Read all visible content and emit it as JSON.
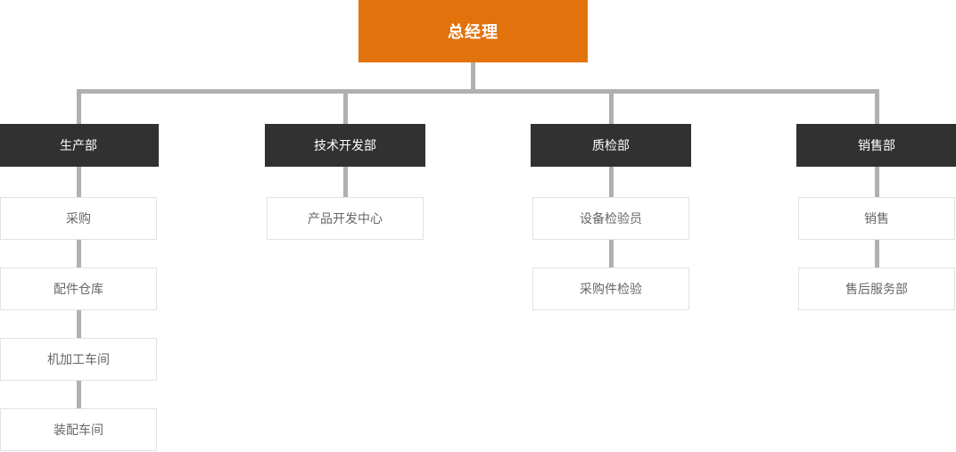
{
  "org_chart": {
    "root": {
      "label": "总经理"
    },
    "departments": [
      {
        "label": "生产部",
        "children": [
          {
            "label": "采购"
          },
          {
            "label": "配件仓库"
          },
          {
            "label": "机加工车间"
          },
          {
            "label": "装配车间"
          }
        ]
      },
      {
        "label": "技术开发部",
        "children": [
          {
            "label": "产品开发中心"
          }
        ]
      },
      {
        "label": "质检部",
        "children": [
          {
            "label": "设备检验员"
          },
          {
            "label": "采购件检验"
          }
        ]
      },
      {
        "label": "销售部",
        "children": [
          {
            "label": "销售"
          },
          {
            "label": "售后服务部"
          }
        ]
      }
    ],
    "colors": {
      "root_bg": "#E2720B",
      "dept_bg": "#313131",
      "connector": "#B0B0B0",
      "child_border": "#E2E2E2",
      "child_text": "#666666",
      "node_text_light": "#FFFFFF"
    }
  }
}
